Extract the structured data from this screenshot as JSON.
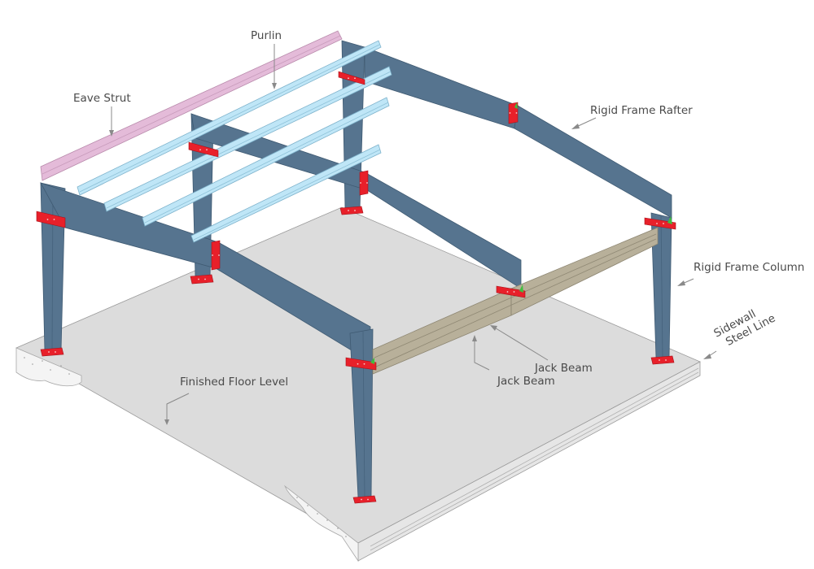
{
  "diagram": {
    "title": "Metal building framing isometric",
    "labels": {
      "purlin": "Purlin",
      "eave_strut": "Eave Strut",
      "rigid_frame_rafter": "Rigid Frame Rafter",
      "rigid_frame_column": "Rigid Frame Column",
      "sidewall_steel_line_1": "Sidewall",
      "sidewall_steel_line_2": "Steel Line",
      "jack_beam_upper": "Jack Beam",
      "jack_beam_lower": "Jack Beam",
      "finished_floor_level": "Finished Floor Level"
    },
    "colors": {
      "rigid_frame": "#56748f",
      "purlin": "#bfe6f7",
      "eave_strut": "#e4bbd9",
      "jack_beam": "#b8b09a",
      "connection_plate": "#e8202a",
      "slab": "#dcdcdc"
    }
  }
}
